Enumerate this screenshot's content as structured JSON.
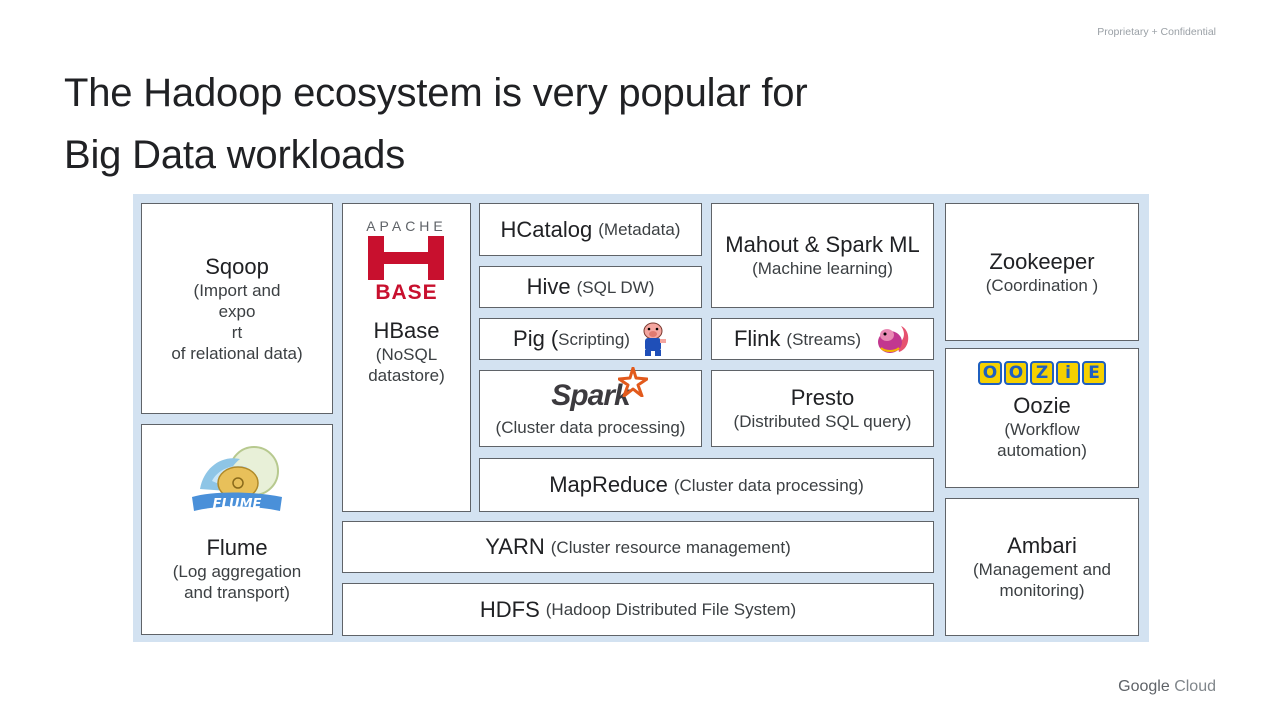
{
  "header": {
    "confidential": "Proprietary + Confidential"
  },
  "title": {
    "line1": "The Hadoop ecosystem is very popular for",
    "line2": "Big Data workloads"
  },
  "boxes": {
    "sqoop": {
      "name": "Sqoop",
      "desc": "(Import and\nexpo\nrt\nof relational data)"
    },
    "flume": {
      "name": "Flume",
      "desc": "(Log aggregation\nand transport)",
      "logo": "FLUME"
    },
    "hbase": {
      "name": "HBase",
      "desc": "(NoSQL\ndatastore)",
      "logo_top": "APACHE",
      "logo_bottom": "BASE"
    },
    "hcatalog": {
      "name": "HCatalog",
      "desc": "(Metadata)"
    },
    "hive": {
      "name": "Hive",
      "desc": "(SQL DW)"
    },
    "pig": {
      "name": "Pig",
      "desc_open": "(",
      "desc": "Scripting)"
    },
    "spark": {
      "logo": "Spark",
      "desc": "(Cluster data processing)"
    },
    "mahout": {
      "name": "Mahout & Spark ML",
      "desc": "(Machine learning)"
    },
    "flink": {
      "name": "Flink",
      "desc": "(Streams)"
    },
    "presto": {
      "name": "Presto",
      "desc": "(Distributed SQL query)"
    },
    "mapreduce": {
      "name": "MapReduce",
      "desc": "(Cluster data processing)"
    },
    "yarn": {
      "name": "YARN",
      "desc": "(Cluster resource management)"
    },
    "hdfs": {
      "name": "HDFS",
      "desc": "(Hadoop Distributed File System)"
    },
    "zookeeper": {
      "name": "Zookeeper",
      "desc": "(Coordination )"
    },
    "oozie": {
      "name": "Oozie",
      "desc": "(Workflow\nautomation)",
      "logo_letters": [
        "O",
        "O",
        "Z",
        "i",
        "E"
      ]
    },
    "ambari": {
      "name": "Ambari",
      "desc": "(Management and\nmonitoring)"
    }
  },
  "footer": {
    "brand": "Google",
    "product": "Cloud"
  },
  "colors": {
    "hbase_red": "#c8102e",
    "spark_orange": "#e25a1c",
    "oozie_blue": "#1f5fbf",
    "oozie_yellow": "#f5d000",
    "panel": "#d3e2f1"
  }
}
